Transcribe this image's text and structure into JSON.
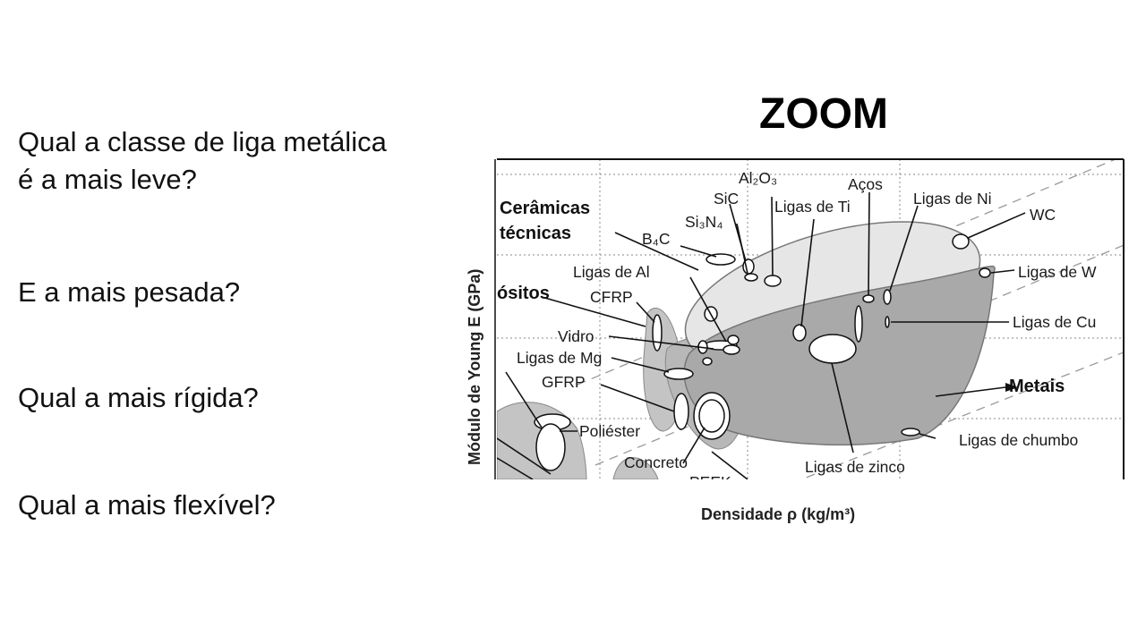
{
  "questions": {
    "q1_line1": "Qual a classe de liga metálica",
    "q1_line2": "é a mais leve?",
    "q2": "E a mais pesada?",
    "q3": "Qual a mais rígida?",
    "q4": "Qual a mais flexível?"
  },
  "zoom_title": "ZOOM",
  "figure": {
    "xlabel": "Densidade ρ (kg/m³)",
    "ylabel": "Módulo de Young E (GPa)",
    "labels": {
      "ceramicas_1": "Cerâmicas",
      "ceramicas_2": "técnicas",
      "compositos": "ósitos",
      "metais": "Metais",
      "al2o3": "Al₂O₃",
      "sic": "SiC",
      "si3n4": "Si₃N₄",
      "b4c": "B₄C",
      "ligas_ti": "Ligas de Ti",
      "acos": "Aços",
      "ligas_ni": "Ligas de Ni",
      "wc": "WC",
      "ligas_w": "Ligas de W",
      "ligas_cu": "Ligas de Cu",
      "ligas_al": "Ligas de Al",
      "cfrp": "CFRP",
      "vidro": "Vidro",
      "ligas_mg": "Ligas de Mg",
      "gfrp": "GFRP",
      "poliester": "Poliéster",
      "concreto": "Concreto",
      "peek": "PEEK",
      "ligas_zinco": "Ligas de zinco",
      "ligas_chumbo": "Ligas de chumbo"
    }
  },
  "colors": {
    "ceramics_fill": "#e6e6e6",
    "metals_fill": "#a9a9a9",
    "composites_fill": "#c4c4c4",
    "grid": "#888888"
  }
}
